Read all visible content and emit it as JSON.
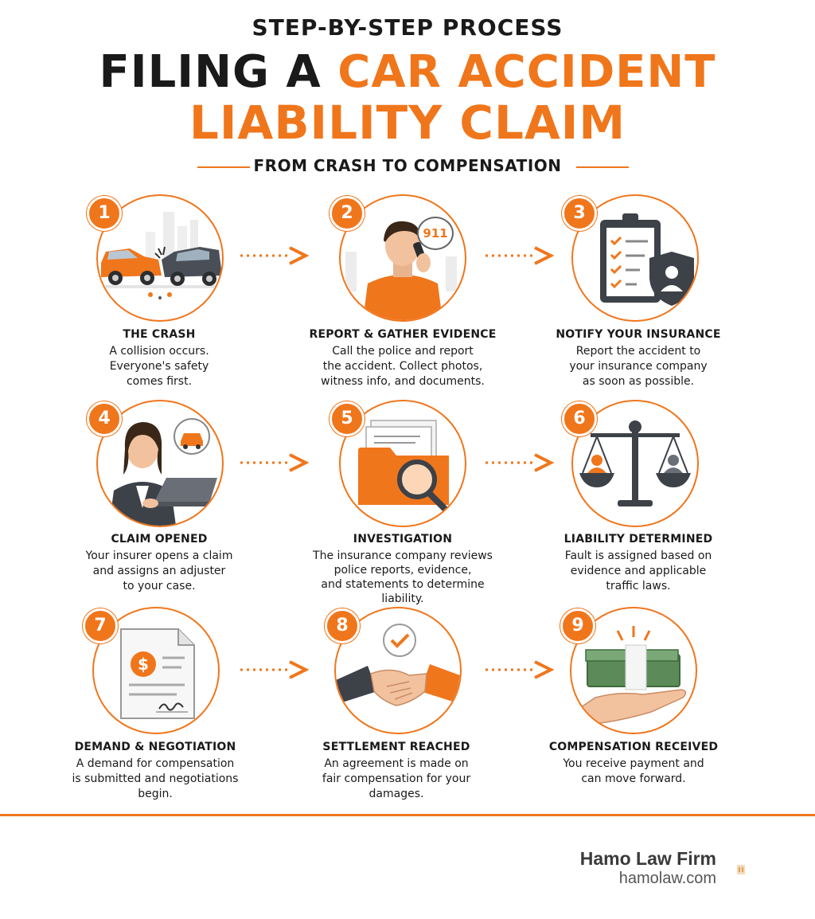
{
  "header": {
    "eyebrow": "STEP-BY-STEP PROCESS",
    "title_part1": "FILING A ",
    "title_part2": "CAR ACCIDENT",
    "title_line2": "LIABILITY CLAIM",
    "subtitle": "FROM CRASH TO COMPENSATION"
  },
  "colors": {
    "accent": "#f0761c",
    "text": "#1a1a1a",
    "dark_gray": "#3d4148"
  },
  "steps": [
    {
      "number": "1",
      "title": "THE CRASH",
      "desc_lines": [
        "A collision occurs.",
        "Everyone's safety",
        "comes first."
      ],
      "icon": "car-crash-icon"
    },
    {
      "number": "2",
      "title": "REPORT & GATHER EVIDENCE",
      "desc_lines": [
        "Call the police and report",
        "the accident. Collect photos,",
        "witness info, and documents."
      ],
      "icon": "phone-call-911-icon",
      "bubble_text": "911"
    },
    {
      "number": "3",
      "title": "NOTIFY YOUR INSURANCE",
      "desc_lines": [
        "Report the accident to",
        "your insurance company",
        "as soon as possible."
      ],
      "icon": "clipboard-shield-icon"
    },
    {
      "number": "4",
      "title": "CLAIM OPENED",
      "desc_lines": [
        "Your insurer opens a claim",
        "and assigns an adjuster",
        "to your case."
      ],
      "icon": "adjuster-laptop-icon"
    },
    {
      "number": "5",
      "title": "INVESTIGATION",
      "desc_lines": [
        "The insurance company reviews",
        "police reports, evidence,",
        "and statements to determine",
        "liability."
      ],
      "icon": "folder-magnifier-icon"
    },
    {
      "number": "6",
      "title": "LIABILITY DETERMINED",
      "desc_lines": [
        "Fault is assigned based on",
        "evidence and applicable",
        "traffic laws."
      ],
      "icon": "scales-icon"
    },
    {
      "number": "7",
      "title": "DEMAND & NEGOTIATION",
      "desc_lines": [
        "A demand for compensation",
        "is submitted and negotiations",
        "begin."
      ],
      "icon": "dollar-document-icon"
    },
    {
      "number": "8",
      "title": "SETTLEMENT REACHED",
      "desc_lines": [
        "An agreement is made on",
        "fair compensation for your",
        "damages."
      ],
      "icon": "handshake-icon"
    },
    {
      "number": "9",
      "title": "COMPENSATION RECEIVED",
      "desc_lines": [
        "You receive payment and",
        "can move forward."
      ],
      "icon": "money-hand-icon"
    }
  ],
  "footer": {
    "brand_name": "Hamo Law Firm",
    "brand_url": "hamolaw.com"
  }
}
